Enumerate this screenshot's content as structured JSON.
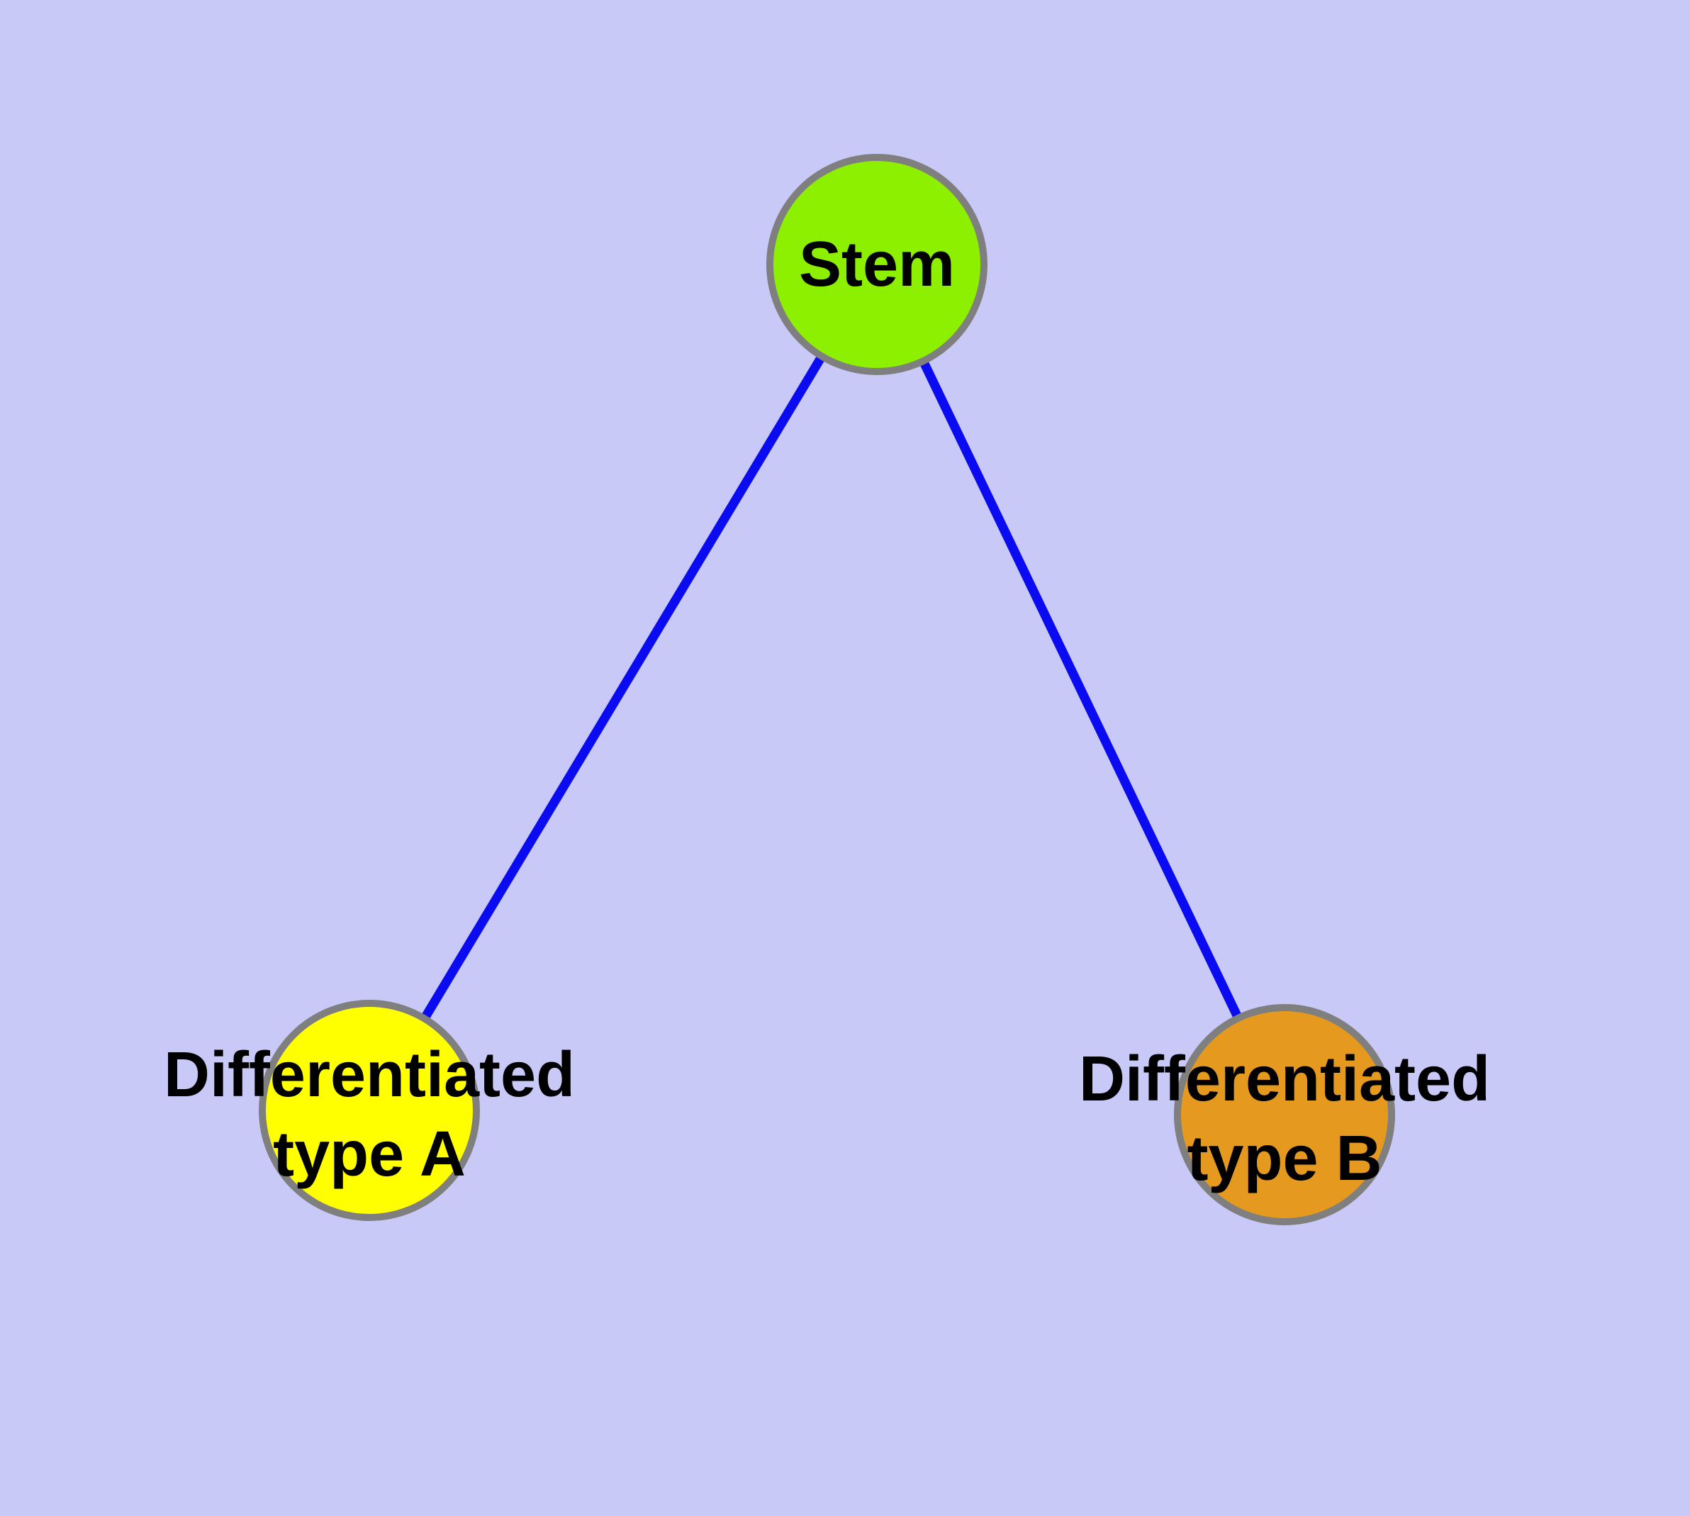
{
  "canvas": {
    "background": "#C9C9F8",
    "width": "2384",
    "height": "2138"
  },
  "edges": {
    "color": "#0B0BF2",
    "items": [
      {
        "name": "stem-to-type-a",
        "from": "stem",
        "to": "typeA"
      },
      {
        "name": "stem-to-type-b",
        "from": "stem",
        "to": "typeB"
      }
    ]
  },
  "nodes": {
    "stem": {
      "label": "Stem",
      "fill": "#8DF000",
      "border": "#7F7F7F"
    },
    "typeA": {
      "label_line1": "Differentiated",
      "label_line2": "type A",
      "fill": "#FFFF00",
      "border": "#7F7F7F"
    },
    "typeB": {
      "label_line1": "Differentiated",
      "label_line2": "type B",
      "fill": "#E5991F",
      "border": "#7F7F7F"
    }
  }
}
